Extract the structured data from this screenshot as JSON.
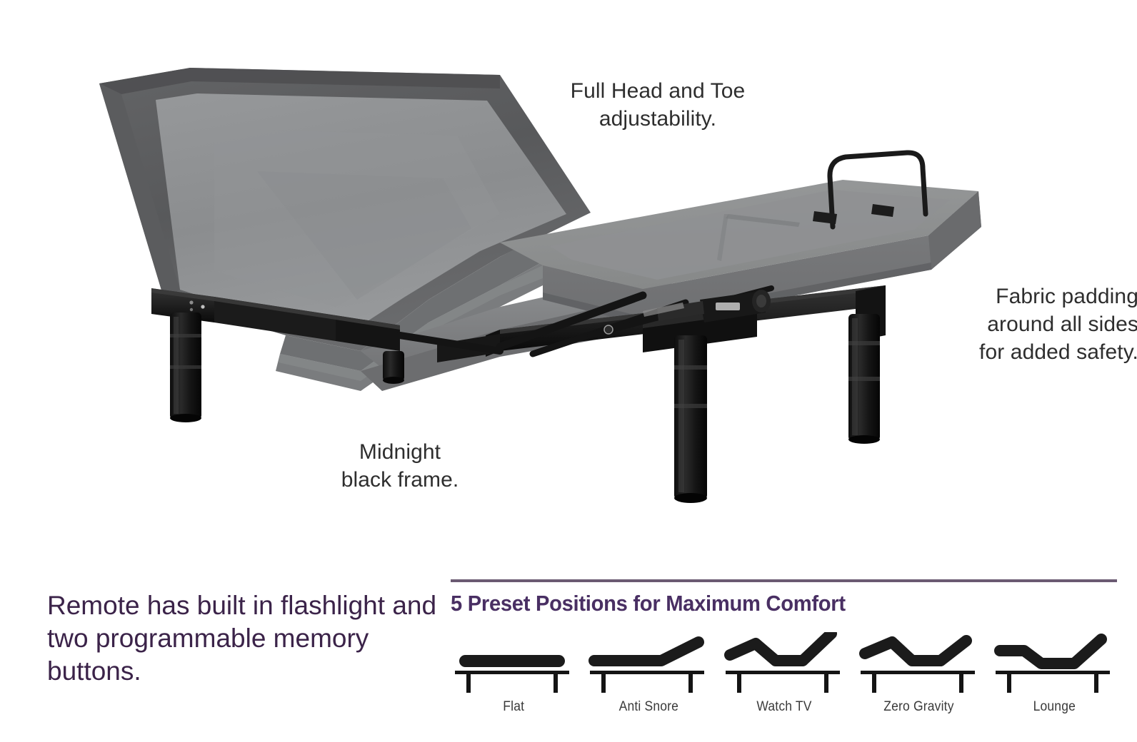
{
  "callouts": {
    "head": "Full Head and Toe\nadjustability.",
    "fabric": "Fabric padding\naround all sides\nfor added safety.",
    "frame": "Midnight\nblack frame.",
    "remote": "Remote has built in flashlight and two programmable memory buttons."
  },
  "presets": {
    "title": "5 Preset Positions for Maximum Comfort",
    "items": [
      {
        "label": "Flat",
        "icon": "bed-position-flat-icon"
      },
      {
        "label": "Anti Snore",
        "icon": "bed-position-anti-snore-icon"
      },
      {
        "label": "Watch TV",
        "icon": "bed-position-watch-tv-icon"
      },
      {
        "label": "Zero Gravity",
        "icon": "bed-position-zero-gravity-icon"
      },
      {
        "label": "Lounge",
        "icon": "bed-position-lounge-icon"
      }
    ]
  },
  "colors": {
    "purple_text": "#3b2349",
    "purple_heading": "#492f63",
    "purple_rule": "#6a5a72",
    "callout_text": "#2e2e2e",
    "frame_black": "#111111",
    "fabric_dark_gray": "#5d5e60",
    "fabric_light_gray": "#8e9092",
    "panel_gray": "#8a8c8c",
    "background": "#ffffff"
  },
  "product": {
    "name": "adjustable-bed-base",
    "head_section": "raised",
    "foot_section": "flat",
    "legs_visible": 4,
    "retainer_bar": "present"
  }
}
